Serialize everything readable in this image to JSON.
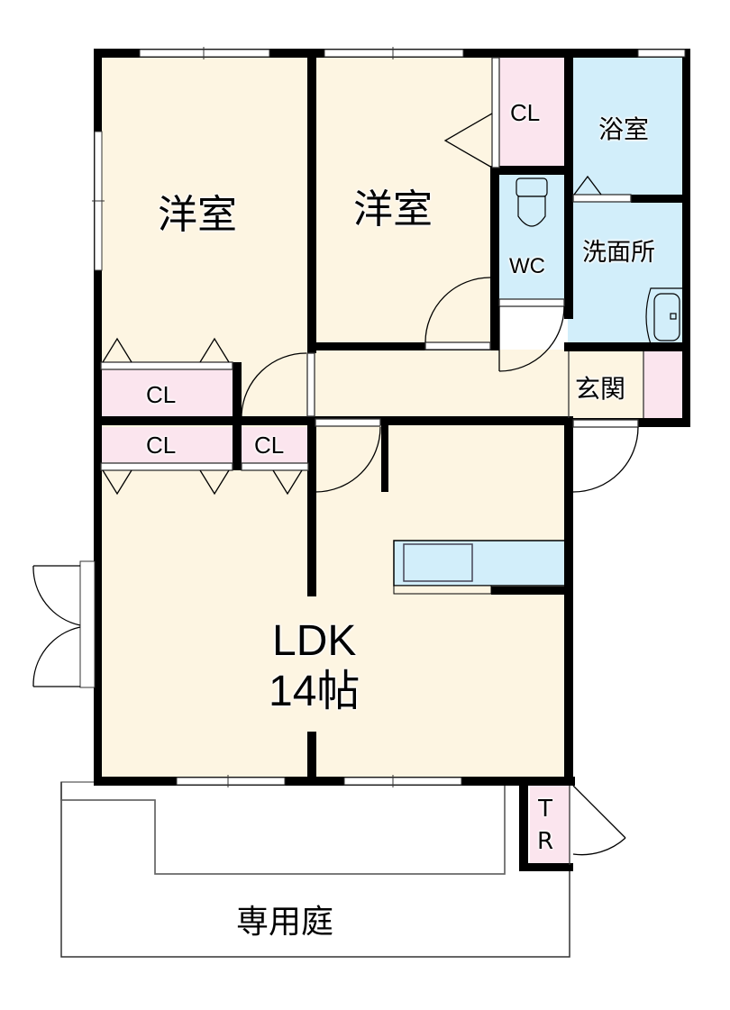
{
  "floorplan": {
    "title": "2LDK floor plan",
    "colors": {
      "room_fill": "#fdf5e2",
      "wet_fill": "#d2eefa",
      "closet_fill": "#fbe5ee",
      "wall": "#000000",
      "outside": "#ffffff"
    },
    "rooms": {
      "western_room_1": "洋室",
      "western_room_2": "洋室",
      "closet_top": "CL",
      "bathroom": "浴室",
      "toilet": "WC",
      "washroom": "洗面所",
      "entrance": "玄関",
      "closet_left_upper": "CL",
      "closet_left_lower": "CL",
      "closet_mid": "CL",
      "ldk_name": "LDK",
      "ldk_size": "14帖",
      "trunk_room_t": "T",
      "trunk_room_r": "R",
      "private_garden": "専用庭"
    }
  }
}
